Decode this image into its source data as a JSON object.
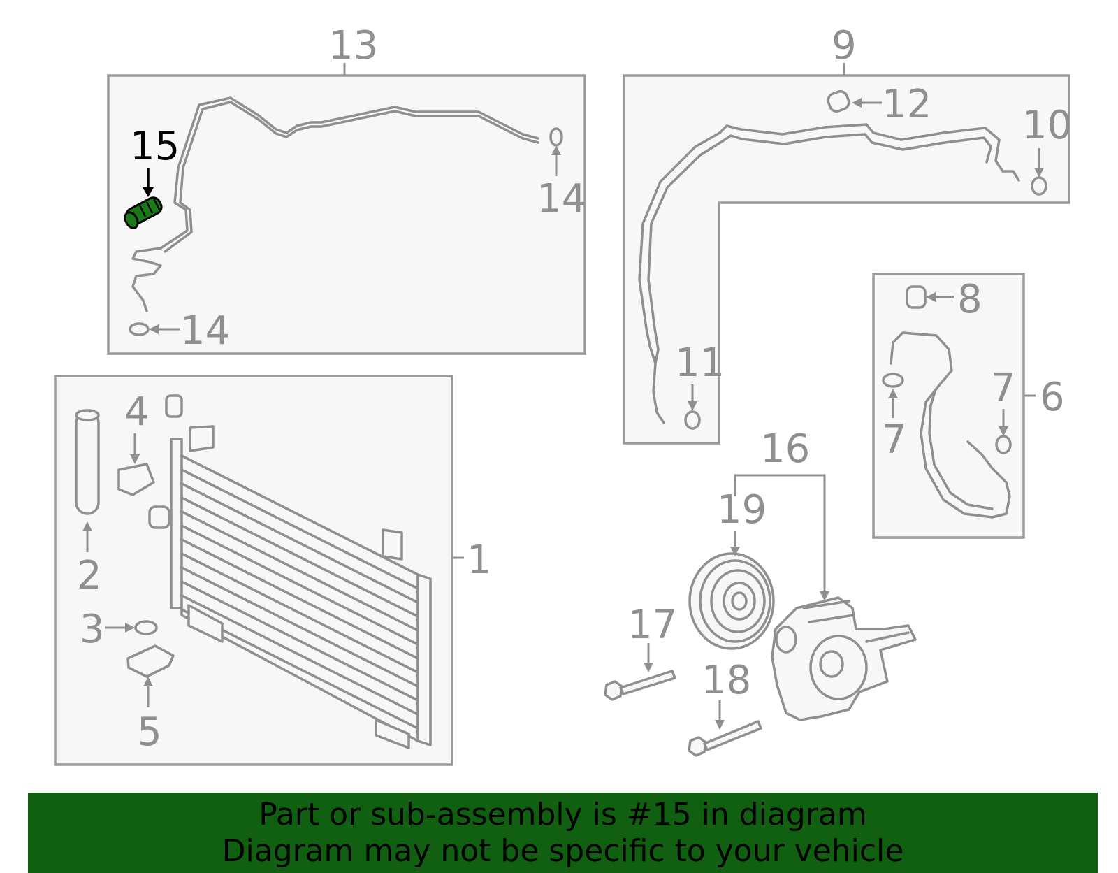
{
  "labels": {
    "l1": "1",
    "l2": "2",
    "l3": "3",
    "l4": "4",
    "l5": "5",
    "l6": "6",
    "l7a": "7",
    "l7b": "7",
    "l8": "8",
    "l9": "9",
    "l10": "10",
    "l11": "11",
    "l12": "12",
    "l13": "13",
    "l14a": "14",
    "l14b": "14",
    "l15": "15",
    "l16": "16",
    "l17": "17",
    "l18": "18",
    "l19": "19"
  },
  "highlight": {
    "part_number": "15",
    "color": "#1a7a1a"
  },
  "banner": {
    "line1": "Part or sub-assembly is #15 in diagram",
    "line2": "Diagram may not be specific to your vehicle",
    "background": "#116011"
  }
}
